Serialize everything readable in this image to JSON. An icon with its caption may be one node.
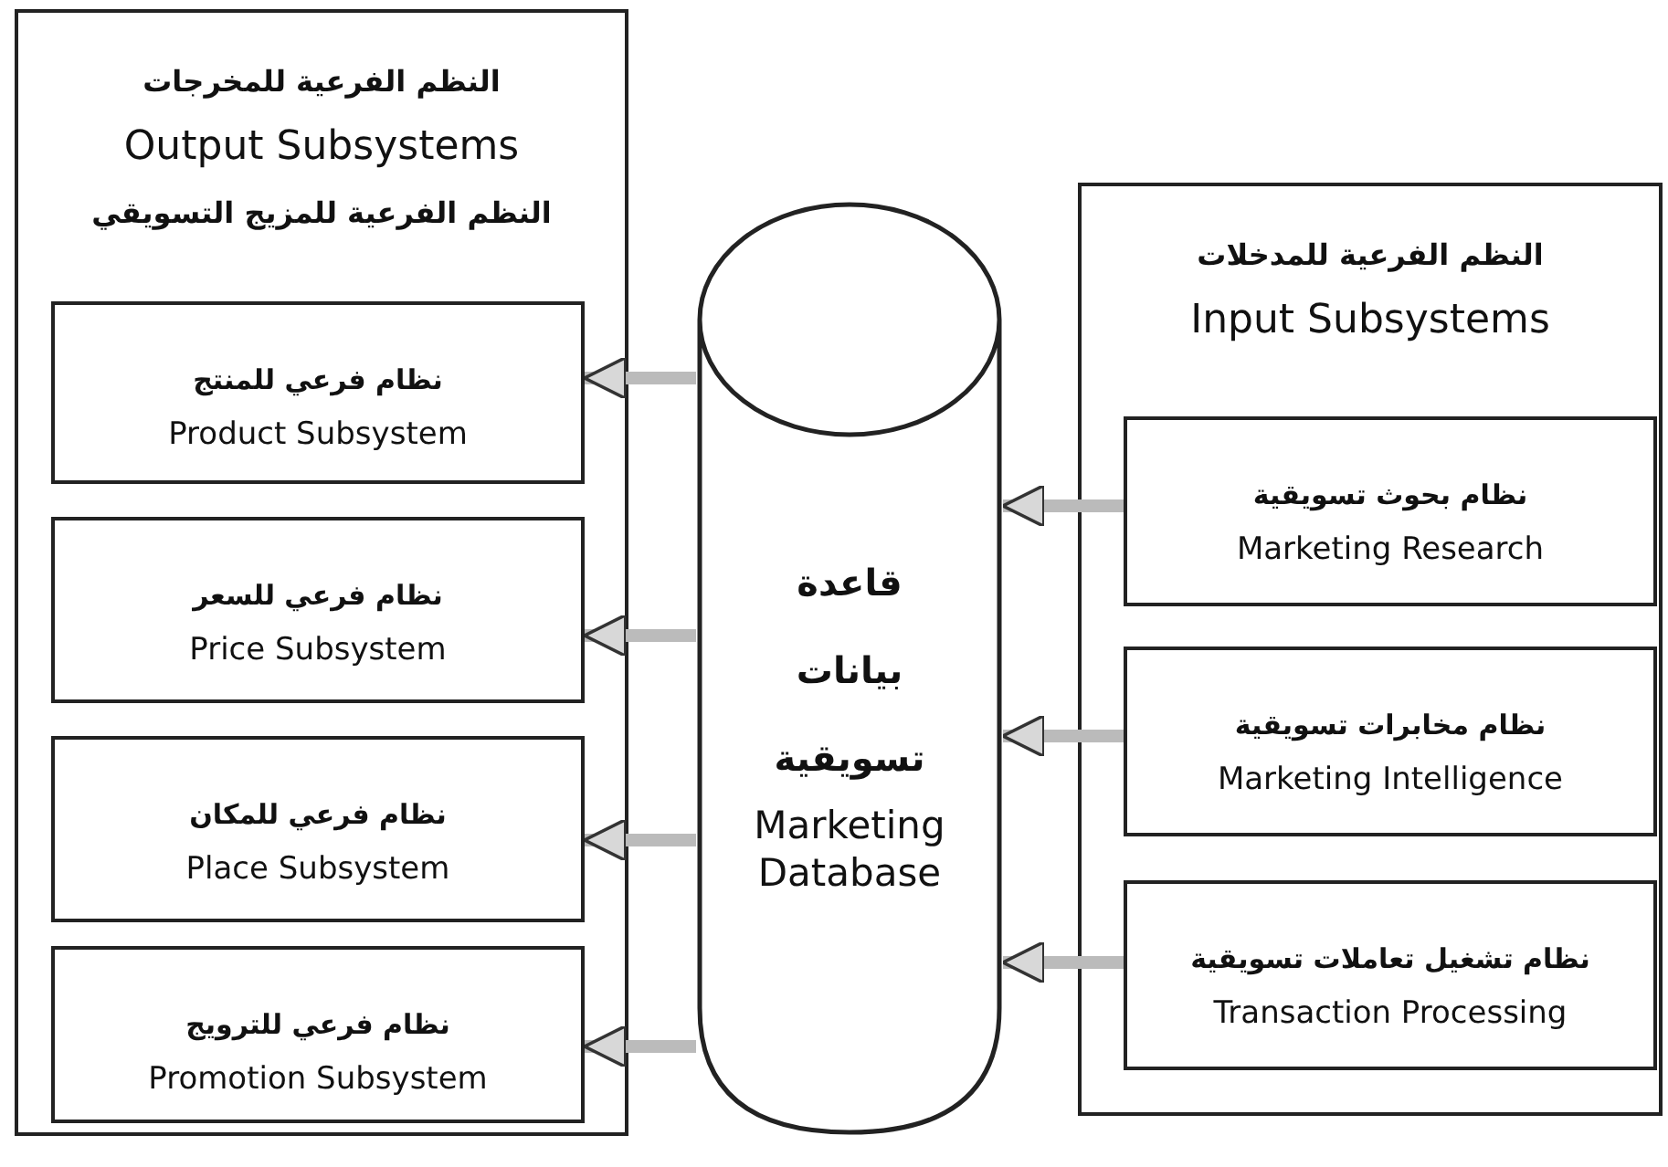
{
  "diagram": {
    "nodes": [
      {
        "text": [
          "النظم الفرعية للمخرجات",
          "Output Subsystems",
          "النظم الفرعية للمزيج التسويقي"
        ]
      },
      {
        "text": [
          "نظام فرعي للمنتج",
          "Product Subsystem"
        ],
        "in": 0
      },
      {
        "text": [
          "نظام فرعي للسعر",
          "Price Subsystem"
        ],
        "in": 0
      },
      {
        "text": [
          "نظام فرعي للمكان",
          "Place Subsystem"
        ],
        "in": 0
      },
      {
        "text": [
          "نظام فرعي للترويج",
          "Promotion Subsystem"
        ],
        "in": 0
      },
      {
        "text": [
          "قاعدة بيانات تسويقية",
          "Marketing Database"
        ]
      },
      {
        "text": [
          "النظم الفرعية للمدخلات",
          "Input Subsystems"
        ]
      },
      {
        "text": [
          "نظام بحوث تسويقية",
          "Marketing Research"
        ],
        "in": 6
      },
      {
        "text": [
          "نظام مخابرات تسويقية",
          "Marketing Intelligence"
        ],
        "in": 6
      },
      {
        "text": [
          "نظام تشغيل تعاملات تسويقية",
          "Transaction Processing"
        ],
        "in": 6
      }
    ],
    "edges": [
      {
        "from": 5,
        "to": 1,
        "arrow": "to"
      },
      {
        "from": 5,
        "to": 2,
        "arrow": "to"
      },
      {
        "from": 5,
        "to": 3,
        "arrow": "to"
      },
      {
        "from": 5,
        "to": 4,
        "arrow": "to"
      },
      {
        "from": 7,
        "to": 5,
        "arrow": "to"
      },
      {
        "from": 8,
        "to": 5,
        "arrow": "to"
      },
      {
        "from": 9,
        "to": 5,
        "arrow": "to"
      }
    ]
  }
}
